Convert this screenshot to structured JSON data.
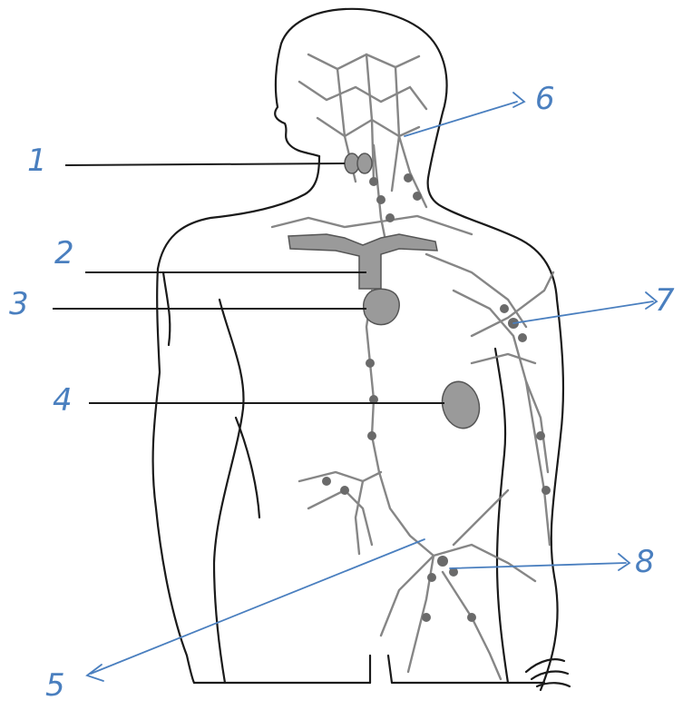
{
  "diagram": {
    "labels": [
      {
        "id": "1",
        "text": "1"
      },
      {
        "id": "2",
        "text": "2"
      },
      {
        "id": "3",
        "text": "3"
      },
      {
        "id": "4",
        "text": "4"
      },
      {
        "id": "5",
        "text": "5"
      },
      {
        "id": "6",
        "text": "6"
      },
      {
        "id": "7",
        "text": "7"
      },
      {
        "id": "8",
        "text": "8"
      }
    ],
    "colors": {
      "ink": "#1a1a1a",
      "organ_fill": "#9a9a9a",
      "vessel": "#7a7a7a",
      "pen": "#4a7fbf"
    }
  }
}
